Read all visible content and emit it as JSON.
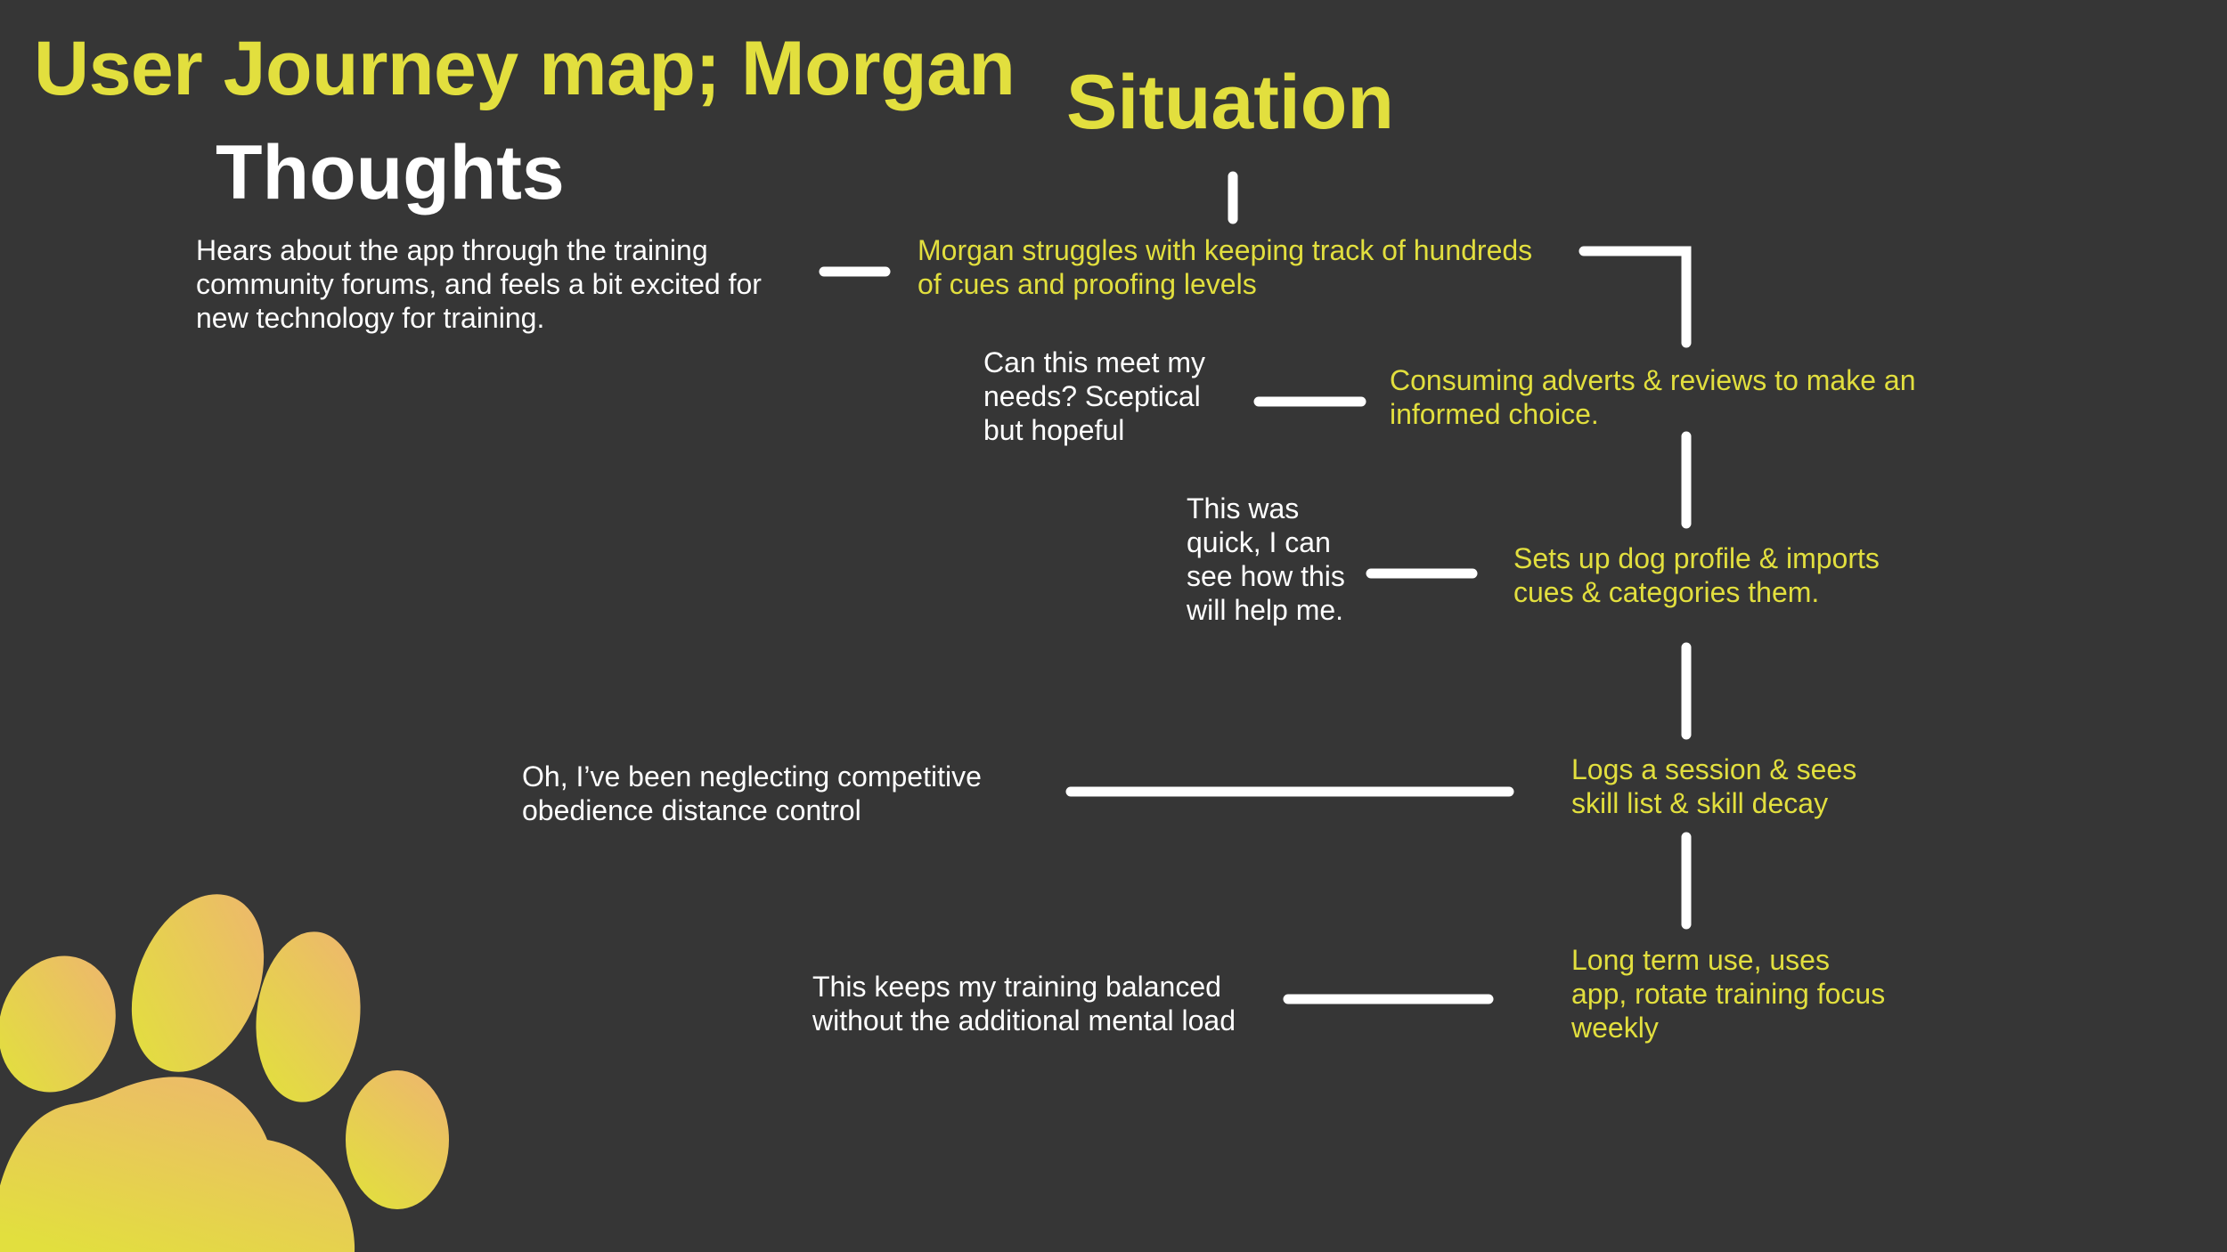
{
  "title": "User Journey map; Morgan",
  "headings": {
    "situation": "Situation",
    "thoughts": "Thoughts"
  },
  "thoughts": [
    "Hears about the app through the training\ncommunity forums, and feels a bit excited for\nnew technology for training.",
    "Can this meet my\nneeds? Sceptical\nbut hopeful",
    "This was\nquick, I can\nsee how this\nwill help me.",
    "Oh, I’ve been neglecting competitive\nobedience distance control",
    "This keeps my training balanced\nwithout the additional mental load"
  ],
  "situations": [
    "Morgan struggles with keeping track of hundreds\nof cues and proofing levels",
    "Consuming adverts & reviews to make an\ninformed choice.",
    "Sets up dog profile & imports\ncues & categories them.",
    "Logs a session & sees\nskill list & skill decay",
    "Long term use, uses\napp, rotate training focus\nweekly"
  ],
  "colors": {
    "background": "#363636",
    "accent_yellow": "#e2df3e",
    "text_white": "#ffffff",
    "paw_top": "#edb86c",
    "paw_bottom": "#e2df3e"
  },
  "icons": {
    "decoration": "paw-print-icon"
  }
}
